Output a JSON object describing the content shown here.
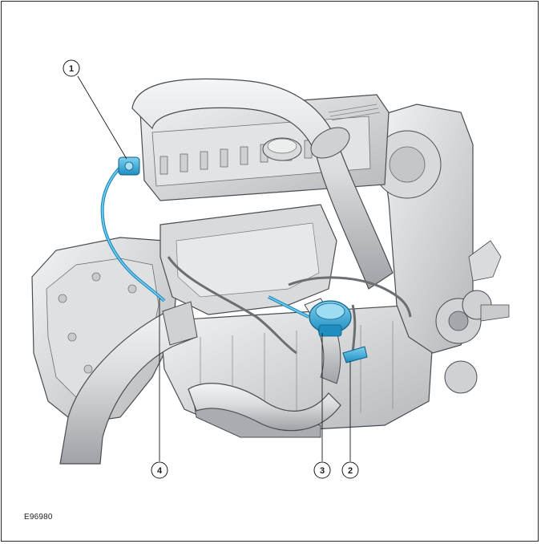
{
  "figure_id": "E96980",
  "callouts": [
    {
      "label": "1"
    },
    {
      "label": "2"
    },
    {
      "label": "3"
    },
    {
      "label": "4"
    }
  ],
  "colors": {
    "engine_fill": "#e6e7e8",
    "engine_shadow": "#b8babd",
    "engine_dark": "#8e9195",
    "outline": "#4a4c50",
    "highlight": "#29a3d6",
    "highlight_light": "#7fd0f0"
  }
}
